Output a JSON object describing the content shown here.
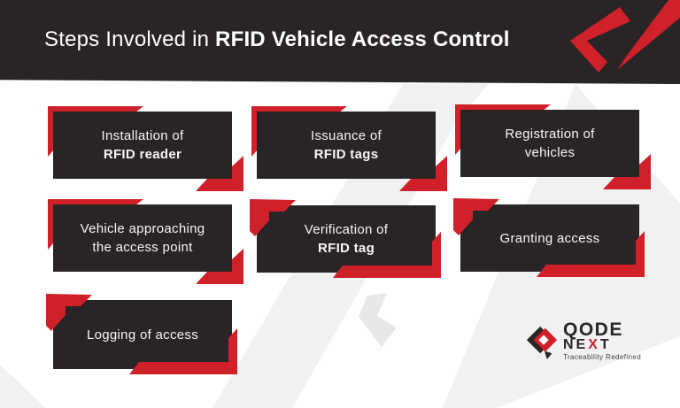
{
  "header": {
    "title_regular": "Steps Involved in ",
    "title_bold": "RFID Vehicle Access Control"
  },
  "steps": [
    {
      "line1": "Installation of",
      "line2": "RFID reader",
      "line2_bold": true
    },
    {
      "line1": "Issuance of",
      "line2": "RFID tags",
      "line2_bold": true
    },
    {
      "line1": "Registration of",
      "line2": "vehicles",
      "line2_bold": false
    },
    {
      "line1": "Vehicle approaching",
      "line2": "the access point",
      "line2_bold": false
    },
    {
      "line1": "Verification of",
      "line2": "RFID tag",
      "line2_bold": true
    },
    {
      "line1": "Granting access",
      "line2": "",
      "line2_bold": false
    },
    {
      "line1": "Logging of access",
      "line2": "",
      "line2_bold": false
    }
  ],
  "logo": {
    "word1": "QODE",
    "word2_pre": "NE",
    "word2_accent": "X",
    "word2_post": "T",
    "tagline": "Traceability Redefined"
  },
  "colors": {
    "dark": "#292425",
    "red": "#d0202a",
    "background": "#ffffff",
    "watermark_light": "#f1f0f2",
    "watermark_mid": "#e8e7ea",
    "text_on_dark": "#ffffff"
  }
}
